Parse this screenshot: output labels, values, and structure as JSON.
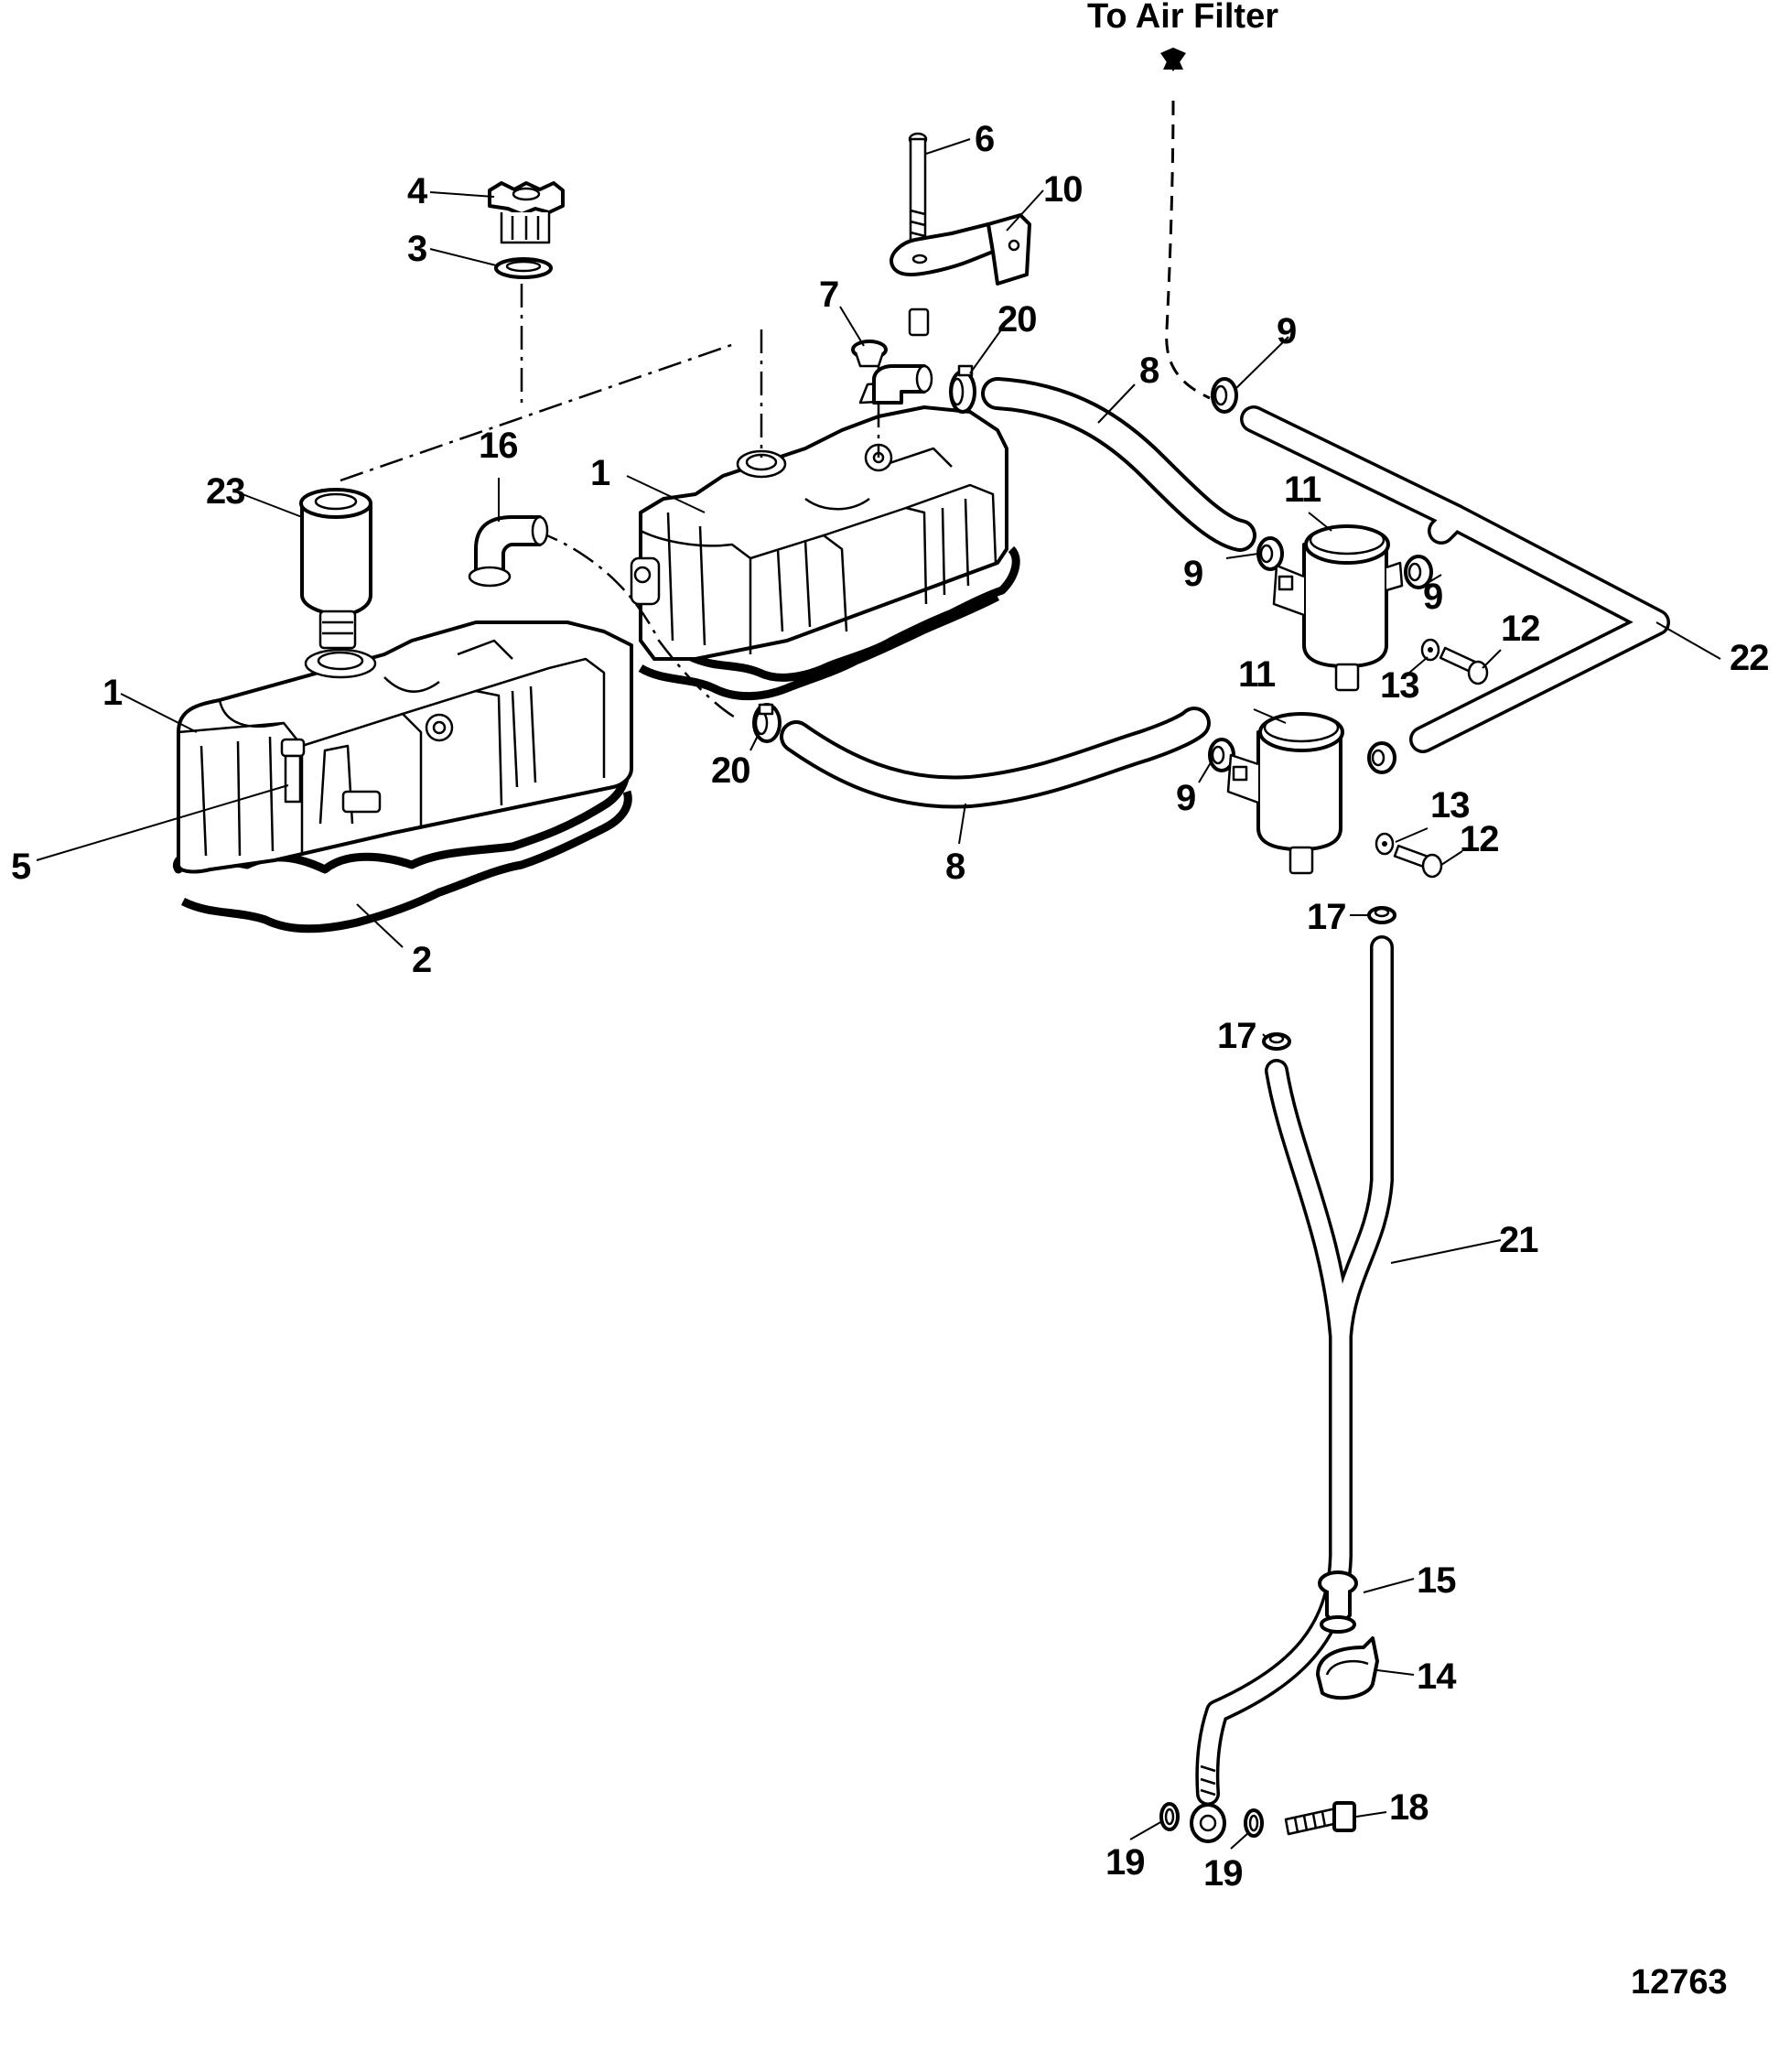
{
  "caption": "To Air Filter",
  "figure_number": "12763",
  "callouts": {
    "c1_left": "1",
    "c1_right": "1",
    "c2": "2",
    "c3": "3",
    "c4": "4",
    "c5": "5",
    "c6": "6",
    "c7": "7",
    "c8_upper": "8",
    "c8_lower": "8",
    "c9_top": "9",
    "c9_left_upper": "9",
    "c9_right_upper": "9",
    "c9_lower": "9",
    "c10": "10",
    "c11_upper": "11",
    "c11_lower": "11",
    "c12_upper": "12",
    "c12_lower": "12",
    "c13_upper": "13",
    "c13_lower": "13",
    "c14": "14",
    "c15": "15",
    "c16": "16",
    "c17_upper": "17",
    "c17_lower": "17",
    "c18": "18",
    "c19_left": "19",
    "c19_right": "19",
    "c20_upper": "20",
    "c20_lower": "20",
    "c21": "21",
    "c22": "22",
    "c23": "23"
  }
}
